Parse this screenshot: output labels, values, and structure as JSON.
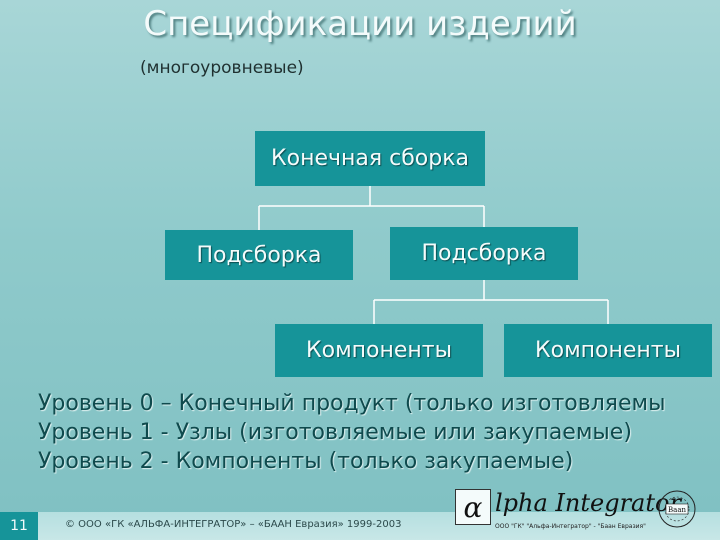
{
  "title": "Спецификации изделий",
  "subtitle": "(многоуровневые)",
  "diagram": {
    "final_assembly": "Конечная сборка",
    "subassembly_left": "Подсборка",
    "subassembly_right": "Подсборка",
    "components_left": "Компоненты",
    "components_right": "Компоненты"
  },
  "levels": [
    "Уровень 0 – Конечный продукт (только изготовляемы",
    "Уровень 1 - Узлы (изготовляемые или закупаемые)",
    "Уровень 2 - Компоненты (только закупаемые)"
  ],
  "footer": {
    "page_number": "11",
    "copyright": "© ООО «ГК «АЛЬФА-ИНТЕГРАТОР» – «БААН Евразия» 1999-2003"
  },
  "logo": {
    "alpha": "α",
    "name": "lpha Integrator",
    "tagline": "ООО \"ГК\" \"Альфа-Интегратор\" - \"Баан Евразия\"",
    "seal_text": "Baan"
  },
  "colors": {
    "box": "#169499",
    "background": "#a8d6d7",
    "legend_text": "#0f4a4d"
  }
}
